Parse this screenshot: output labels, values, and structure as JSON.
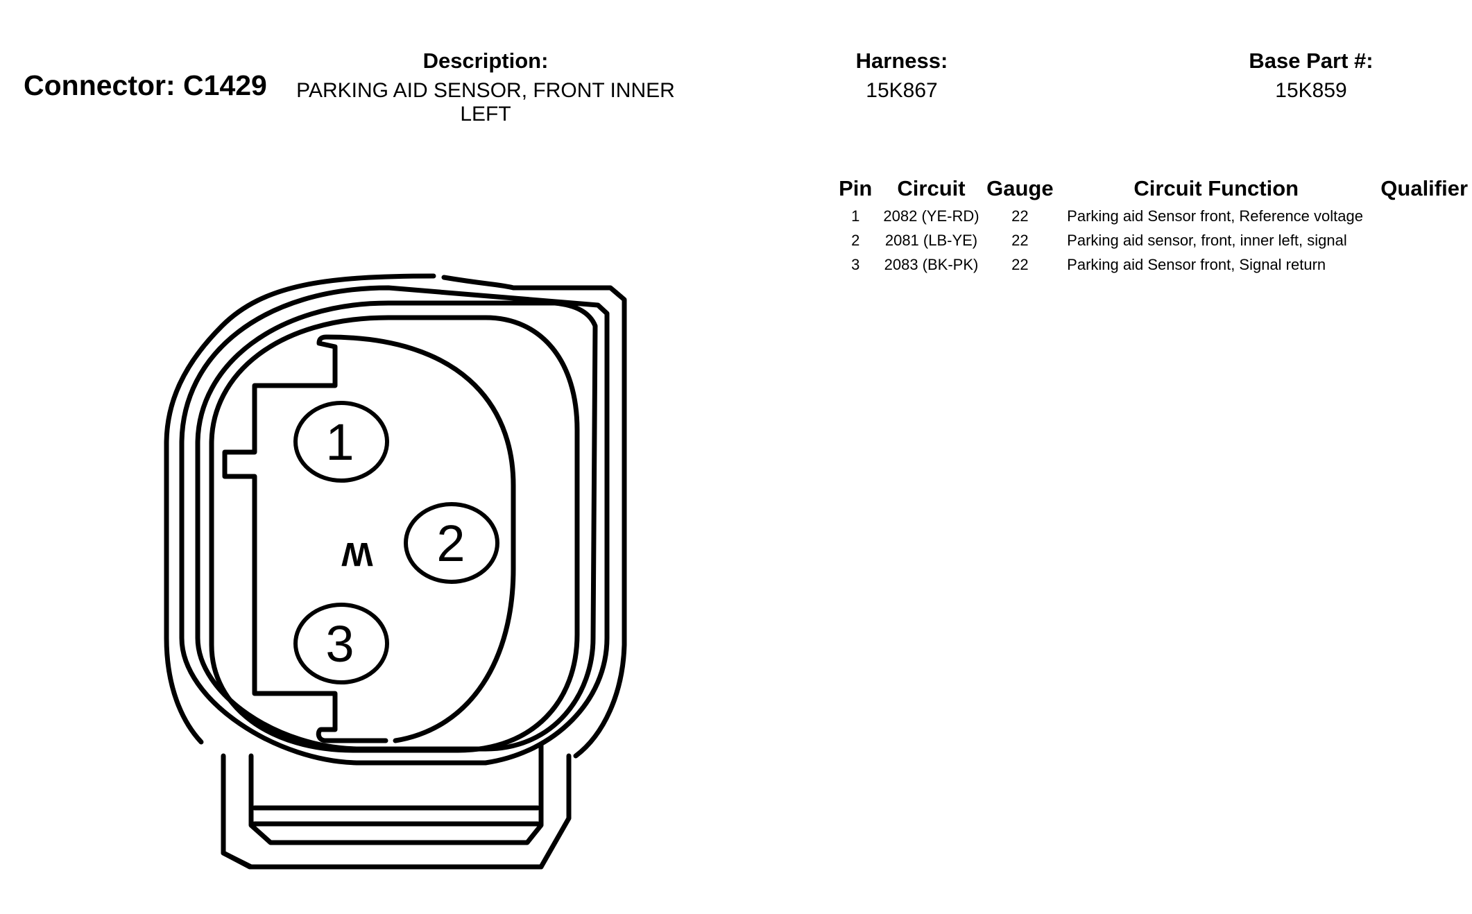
{
  "connector": {
    "label": "Connector: C1429"
  },
  "description": {
    "label": "Description:",
    "value": "PARKING AID SENSOR, FRONT INNER LEFT"
  },
  "harness": {
    "label": "Harness:",
    "value": "15K867"
  },
  "base_part": {
    "label": "Base Part #:",
    "value": "15K859"
  },
  "table": {
    "headers": [
      "Pin",
      "Circuit",
      "Gauge",
      "Circuit Function",
      "Qualifier"
    ],
    "rows": [
      {
        "pin": "1",
        "circuit": "2082 (YE-RD)",
        "gauge": "22",
        "function": "Parking aid Sensor front, Reference voltage",
        "qualifier": ""
      },
      {
        "pin": "2",
        "circuit": "2081 (LB-YE)",
        "gauge": "22",
        "function": "Parking aid sensor, front, inner left, signal",
        "qualifier": ""
      },
      {
        "pin": "3",
        "circuit": "2083 (BK-PK)",
        "gauge": "22",
        "function": "Parking aid Sensor front, Signal return",
        "qualifier": ""
      }
    ]
  },
  "diagram": {
    "pin_labels": [
      "1",
      "2",
      "3"
    ],
    "key_mark": "W"
  }
}
